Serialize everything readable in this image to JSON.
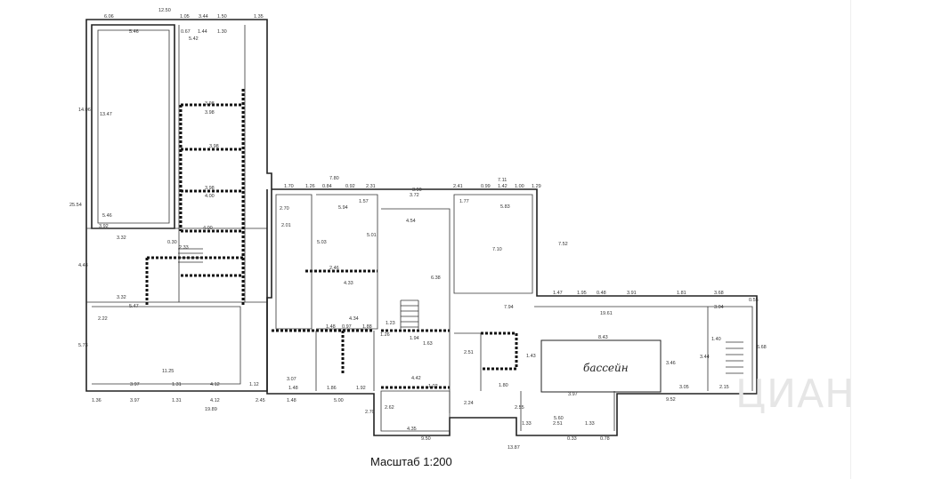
{
  "plan": {
    "scale_label": "Масштаб 1:200",
    "pool_label": "бассейн",
    "watermark": "ЦИАН",
    "dimensions": [
      "6.06",
      "12.50",
      "1.05",
      "3.44",
      "1.50",
      "1.35",
      "5.46",
      "0.67",
      "1.44",
      "1.30",
      "5.42",
      "14.06",
      "13.47",
      "25.54",
      "3.98",
      "3.98",
      "3.98",
      "3.98",
      "5.46",
      "4.00",
      "4.00",
      "3.92",
      "3.32",
      "2.33",
      "4.48",
      "3.32",
      "5.47",
      "5.73",
      "11.25",
      "3.97",
      "1.31",
      "4.12",
      "1.12",
      "1.36",
      "3.97",
      "1.31",
      "4.12",
      "2.45",
      "1.48",
      "19.89",
      "7.80",
      "1.70",
      "1.26",
      "0.84",
      "0.92",
      "2.31",
      "3.90",
      "2.41",
      "0.99",
      "1.42",
      "1.00",
      "7.11",
      "1.29",
      "5.94",
      "1.57",
      "3.72",
      "1.77",
      "5.83",
      "4.54",
      "6.38",
      "7.10",
      "7.52",
      "2.70",
      "2.01",
      "5.03",
      "5.01",
      "2.46",
      "4.33",
      "4.34",
      "1.48",
      "0.97",
      "1.88",
      "1.86",
      "1.92",
      "3.07",
      "1.48",
      "5.00",
      "4.42",
      "1.02",
      "2.62",
      "4.35",
      "9.50",
      "1.33",
      "2.51",
      "0.33",
      "1.33",
      "13.87",
      "0.78",
      "5.60",
      "8.43",
      "9.52",
      "3.97",
      "3.05",
      "2.15",
      "1.47",
      "1.95",
      "0.48",
      "3.91",
      "1.81",
      "3.68",
      "7.94",
      "19.61",
      "3.04",
      "1.40",
      "3.46",
      "3.44",
      "0.55",
      "6.68",
      "2.22",
      "1.43",
      "1.94",
      "1.26",
      "2.24",
      "1.80",
      "1.63",
      "2.51",
      "2.55",
      "2.70",
      "1.23",
      "0.30"
    ]
  }
}
